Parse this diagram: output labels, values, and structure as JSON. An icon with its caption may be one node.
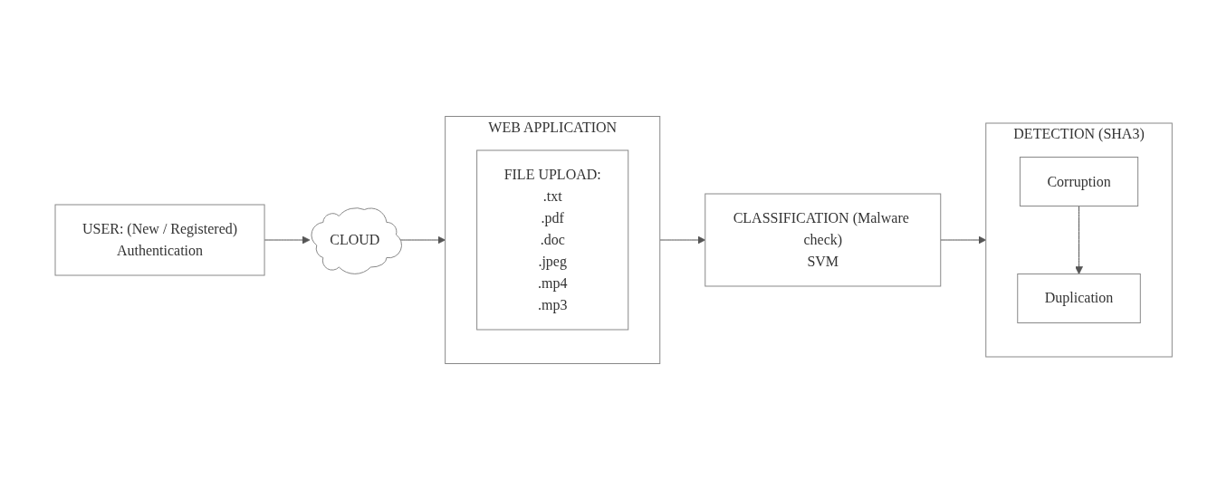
{
  "diagram": {
    "nodes": [
      {
        "text": [
          "USER: (New / Registered)",
          "Authentication"
        ]
      },
      {
        "text": [
          "CLOUD"
        ]
      },
      {
        "text": [
          "WEB APPLICATION"
        ]
      },
      {
        "text": [
          "FILE UPLOAD:",
          ".txt",
          ".pdf",
          ".doc",
          ".jpeg",
          ".mp4",
          ".mp3"
        ],
        "in": 2
      },
      {
        "text": [
          "DETECTION (SHA3)"
        ]
      },
      {
        "text": [
          "Corruption"
        ],
        "in": 4
      },
      {
        "text": [
          "Duplication"
        ],
        "in": 4
      },
      {
        "text": [
          "CLASSIFICATION (Malware check)",
          "SVM"
        ]
      }
    ],
    "edges": [
      {
        "from": 0,
        "to": 1,
        "arrow": "to"
      },
      {
        "from": 1,
        "to": 2,
        "arrow": "to"
      },
      {
        "from": 2,
        "to": 7,
        "arrow": "to"
      },
      {
        "from": 7,
        "to": 4,
        "arrow": "to"
      },
      {
        "from": 5,
        "to": 6,
        "arrow": "to"
      }
    ]
  }
}
